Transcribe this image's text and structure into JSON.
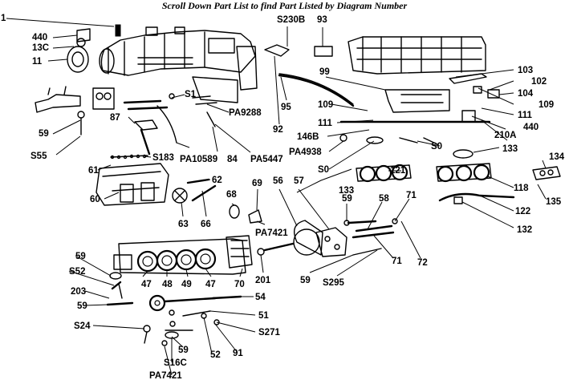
{
  "header": {
    "title": "Scroll Down Part List to find Part Listed by Diagram Number"
  },
  "labels": [
    "1",
    "440",
    "13C",
    "11",
    "S230B",
    "93",
    "99",
    "103",
    "102",
    "104",
    "109",
    "109",
    "111",
    "111",
    "95",
    "92",
    "146B",
    "210A",
    "440",
    "PA4938",
    "S0",
    "S0",
    "133",
    "59",
    "S55",
    "87",
    "S1",
    "PA9288",
    "PA10589",
    "84",
    "PA5447",
    "S183",
    "61",
    "62",
    "60",
    "63",
    "66",
    "68",
    "69",
    "PA7421",
    "56",
    "57",
    "133",
    "121",
    "134",
    "118",
    "135",
    "122",
    "132",
    "59",
    "58",
    "71",
    "71",
    "72",
    "59",
    "S52",
    "47",
    "48",
    "49",
    "47",
    "70",
    "201",
    "59",
    "S295",
    "203",
    "59",
    "54",
    "51",
    "S24",
    "S271",
    "59",
    "52",
    "91",
    "S16C",
    "PA7421"
  ]
}
